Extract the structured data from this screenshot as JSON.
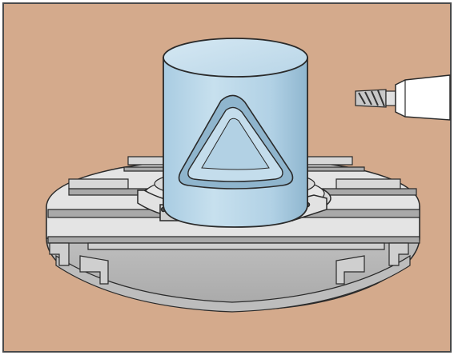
{
  "illustration": {
    "subject": "",
    "colors": {
      "background": "#D4AA8C",
      "border": "#4A4A4A",
      "table_top": "#E3E3E3",
      "table_side": "#B9B9B9",
      "slot": "#9C9C9C",
      "cylinder_light": "#C8E0EE",
      "cylinder_mid": "#A9CADF",
      "cylinder_dark": "#86AFCA",
      "outline": "#2A2A2A",
      "tool_holder": "#FFFFFF"
    },
    "parts": [
      "rotary-table",
      "t-slots",
      "clamping-flange",
      "clamps",
      "cylinder-workpiece",
      "triangular-groove",
      "milling-cutter",
      "tool-holder"
    ]
  }
}
